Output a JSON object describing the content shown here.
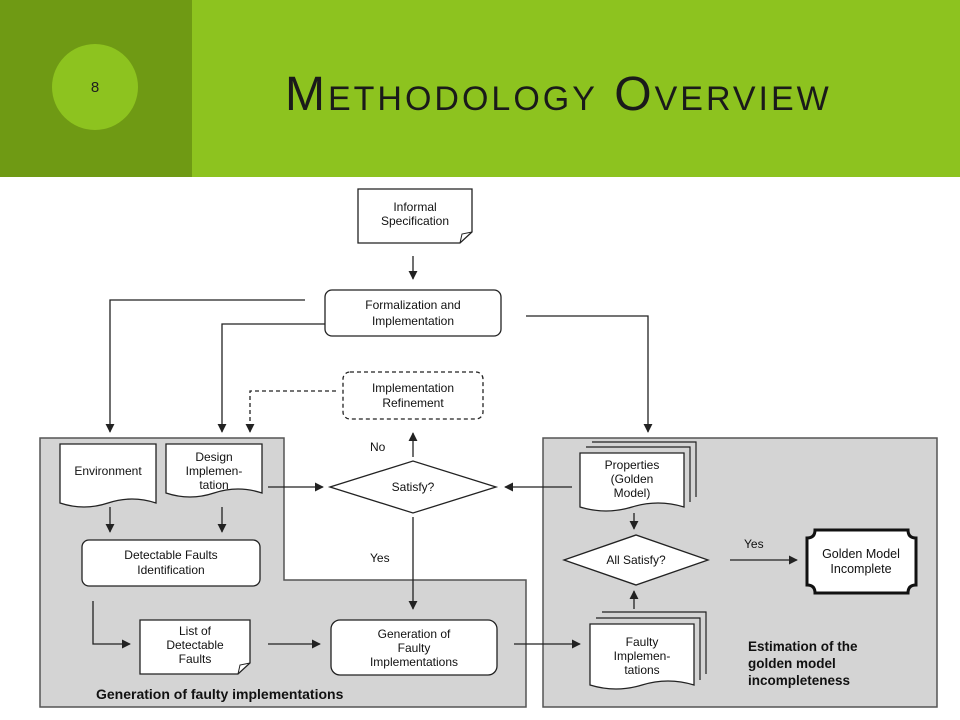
{
  "slide": {
    "number": "8",
    "title": "Methodology Overview"
  },
  "diagram": {
    "nodes": {
      "informal_spec": [
        "Informal",
        "Specification"
      ],
      "formalization": [
        "Formalization and",
        "Implementation"
      ],
      "refinement": [
        "Implementation",
        "Refinement"
      ],
      "environment": [
        "Environment"
      ],
      "design_impl": [
        "Design",
        "Implemen-",
        "tation"
      ],
      "satisfy": "Satisfy?",
      "properties": [
        "Properties",
        "(Golden",
        "Model)"
      ],
      "detectable_faults_id": [
        "Detectable Faults",
        "Identification"
      ],
      "all_satisfy": "All Satisfy?",
      "golden_incomplete": [
        "Golden Model",
        "Incomplete"
      ],
      "list_faults": [
        "List of",
        "Detectable",
        "Faults"
      ],
      "generation_faulty": [
        "Generation of",
        "Faulty",
        "Implementations"
      ],
      "faulty_impl": [
        "Faulty",
        "Implemen-",
        "tations"
      ]
    },
    "edge_labels": {
      "no": "No",
      "yes_satisfy": "Yes",
      "yes_all": "Yes"
    },
    "regions": {
      "left": "Generation of faulty implementations",
      "right": [
        "Estimation of the",
        "golden model",
        "incompleteness"
      ]
    }
  }
}
